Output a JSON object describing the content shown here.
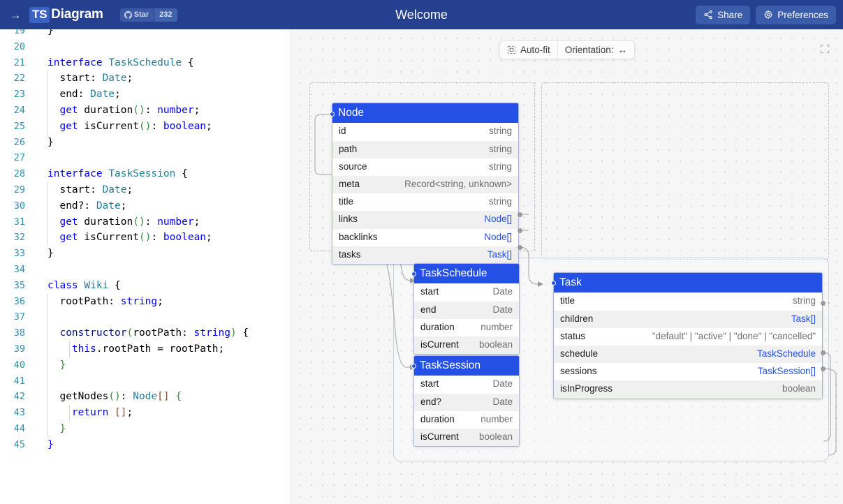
{
  "header": {
    "back_icon": "arrow-right-icon",
    "brand_ts": "TS",
    "brand_name": "Diagram",
    "github": {
      "icon": "github-icon",
      "label": "Star",
      "count": "232"
    },
    "title": "Welcome",
    "share_label": "Share",
    "share_icon": "share-icon",
    "preferences_label": "Preferences",
    "preferences_icon": "gear-icon"
  },
  "editor": {
    "lines": [
      {
        "n": "20",
        "indent": 0,
        "tokens": []
      },
      {
        "n": "21",
        "indent": 0,
        "tokens": [
          {
            "t": "interface ",
            "c": "kw"
          },
          {
            "t": "TaskSchedule",
            "c": "typ"
          },
          {
            "t": " {",
            "c": ""
          }
        ]
      },
      {
        "n": "22",
        "indent": 1,
        "tokens": [
          {
            "t": "  start: ",
            "c": ""
          },
          {
            "t": "Date",
            "c": "typ"
          },
          {
            "t": ";",
            "c": ""
          }
        ]
      },
      {
        "n": "23",
        "indent": 1,
        "tokens": [
          {
            "t": "  end: ",
            "c": ""
          },
          {
            "t": "Date",
            "c": "typ"
          },
          {
            "t": ";",
            "c": ""
          }
        ]
      },
      {
        "n": "24",
        "indent": 1,
        "tokens": [
          {
            "t": "  ",
            "c": ""
          },
          {
            "t": "get",
            "c": "kw"
          },
          {
            "t": " duration",
            "c": ""
          },
          {
            "t": "()",
            "c": "pn"
          },
          {
            "t": ": ",
            "c": ""
          },
          {
            "t": "number",
            "c": "kw"
          },
          {
            "t": ";",
            "c": ""
          }
        ]
      },
      {
        "n": "25",
        "indent": 1,
        "tokens": [
          {
            "t": "  ",
            "c": ""
          },
          {
            "t": "get",
            "c": "kw"
          },
          {
            "t": " isCurrent",
            "c": ""
          },
          {
            "t": "()",
            "c": "pn"
          },
          {
            "t": ": ",
            "c": ""
          },
          {
            "t": "boolean",
            "c": "kw"
          },
          {
            "t": ";",
            "c": ""
          }
        ]
      },
      {
        "n": "26",
        "indent": 0,
        "tokens": [
          {
            "t": "}",
            "c": ""
          }
        ]
      },
      {
        "n": "27",
        "indent": 0,
        "tokens": []
      },
      {
        "n": "28",
        "indent": 0,
        "tokens": [
          {
            "t": "interface ",
            "c": "kw"
          },
          {
            "t": "TaskSession",
            "c": "typ"
          },
          {
            "t": " {",
            "c": ""
          }
        ]
      },
      {
        "n": "29",
        "indent": 1,
        "tokens": [
          {
            "t": "  start: ",
            "c": ""
          },
          {
            "t": "Date",
            "c": "typ"
          },
          {
            "t": ";",
            "c": ""
          }
        ]
      },
      {
        "n": "30",
        "indent": 1,
        "tokens": [
          {
            "t": "  end?: ",
            "c": ""
          },
          {
            "t": "Date",
            "c": "typ"
          },
          {
            "t": ";",
            "c": ""
          }
        ]
      },
      {
        "n": "31",
        "indent": 1,
        "tokens": [
          {
            "t": "  ",
            "c": ""
          },
          {
            "t": "get",
            "c": "kw"
          },
          {
            "t": " duration",
            "c": ""
          },
          {
            "t": "()",
            "c": "pn"
          },
          {
            "t": ": ",
            "c": ""
          },
          {
            "t": "number",
            "c": "kw"
          },
          {
            "t": ";",
            "c": ""
          }
        ]
      },
      {
        "n": "32",
        "indent": 1,
        "tokens": [
          {
            "t": "  ",
            "c": ""
          },
          {
            "t": "get",
            "c": "kw"
          },
          {
            "t": " isCurrent",
            "c": ""
          },
          {
            "t": "()",
            "c": "pn"
          },
          {
            "t": ": ",
            "c": ""
          },
          {
            "t": "boolean",
            "c": "kw"
          },
          {
            "t": ";",
            "c": ""
          }
        ]
      },
      {
        "n": "33",
        "indent": 0,
        "tokens": [
          {
            "t": "}",
            "c": ""
          }
        ]
      },
      {
        "n": "34",
        "indent": 0,
        "tokens": []
      },
      {
        "n": "35",
        "indent": 0,
        "tokens": [
          {
            "t": "class ",
            "c": "kw"
          },
          {
            "t": "Wiki",
            "c": "typ"
          },
          {
            "t": " {",
            "c": ""
          }
        ]
      },
      {
        "n": "36",
        "indent": 1,
        "tokens": [
          {
            "t": "  rootPath: ",
            "c": ""
          },
          {
            "t": "string",
            "c": "kw"
          },
          {
            "t": ";",
            "c": ""
          }
        ]
      },
      {
        "n": "37",
        "indent": 1,
        "tokens": []
      },
      {
        "n": "38",
        "indent": 1,
        "tokens": [
          {
            "t": "  ",
            "c": ""
          },
          {
            "t": "constructor",
            "c": "vr"
          },
          {
            "t": "(",
            "c": "pn"
          },
          {
            "t": "rootPath: ",
            "c": ""
          },
          {
            "t": "string",
            "c": "kw"
          },
          {
            "t": ")",
            "c": "pn"
          },
          {
            "t": " {",
            "c": ""
          }
        ]
      },
      {
        "n": "39",
        "indent": 2,
        "tokens": [
          {
            "t": "    ",
            "c": ""
          },
          {
            "t": "this",
            "c": "kw"
          },
          {
            "t": ".rootPath = rootPath;",
            "c": ""
          }
        ]
      },
      {
        "n": "40",
        "indent": 1,
        "tokens": [
          {
            "t": "  }",
            "c": "pn"
          }
        ]
      },
      {
        "n": "41",
        "indent": 1,
        "tokens": []
      },
      {
        "n": "42",
        "indent": 1,
        "tokens": [
          {
            "t": "  getNodes",
            "c": ""
          },
          {
            "t": "()",
            "c": "pn"
          },
          {
            "t": ": ",
            "c": ""
          },
          {
            "t": "Node",
            "c": "typ"
          },
          {
            "t": "[]",
            "c": "br"
          },
          {
            "t": " {",
            "c": "pn"
          }
        ]
      },
      {
        "n": "43",
        "indent": 2,
        "tokens": [
          {
            "t": "    ",
            "c": ""
          },
          {
            "t": "return",
            "c": "kw"
          },
          {
            "t": " ",
            "c": ""
          },
          {
            "t": "[]",
            "c": "br"
          },
          {
            "t": ";",
            "c": ""
          }
        ]
      },
      {
        "n": "44",
        "indent": 1,
        "tokens": [
          {
            "t": "  }",
            "c": "pn"
          }
        ]
      },
      {
        "n": "45",
        "indent": 0,
        "tokens": [
          {
            "t": "}",
            "c": "kw"
          }
        ]
      }
    ]
  },
  "diagram": {
    "toolbar": {
      "autofit_label": "Auto-fit",
      "autofit_icon": "auto-fit-icon",
      "orientation_label": "Orientation:",
      "orientation_value": "↔",
      "fullscreen_icon": "fullscreen-icon"
    },
    "accent_color": "#2450e6",
    "nodes": [
      {
        "id": "node",
        "title": "Node",
        "rows": [
          {
            "name": "id",
            "type": "string",
            "link": false
          },
          {
            "name": "path",
            "type": "string",
            "link": false
          },
          {
            "name": "source",
            "type": "string",
            "link": false
          },
          {
            "name": "meta",
            "type": "Record<string, unknown>",
            "link": false
          },
          {
            "name": "title",
            "type": "string",
            "link": false
          },
          {
            "name": "links",
            "type": "Node[]",
            "link": true
          },
          {
            "name": "backlinks",
            "type": "Node[]",
            "link": true
          },
          {
            "name": "tasks",
            "type": "Task[]",
            "link": true
          }
        ]
      },
      {
        "id": "taskschedule",
        "title": "TaskSchedule",
        "rows": [
          {
            "name": "start",
            "type": "Date",
            "link": false
          },
          {
            "name": "end",
            "type": "Date",
            "link": false
          },
          {
            "name": "duration",
            "type": "number",
            "link": false
          },
          {
            "name": "isCurrent",
            "type": "boolean",
            "link": false
          }
        ]
      },
      {
        "id": "tasksession",
        "title": "TaskSession",
        "rows": [
          {
            "name": "start",
            "type": "Date",
            "link": false
          },
          {
            "name": "end?",
            "type": "Date",
            "link": false
          },
          {
            "name": "duration",
            "type": "number",
            "link": false
          },
          {
            "name": "isCurrent",
            "type": "boolean",
            "link": false
          }
        ]
      },
      {
        "id": "task",
        "title": "Task",
        "rows": [
          {
            "name": "title",
            "type": "string",
            "link": false
          },
          {
            "name": "children",
            "type": "Task[]",
            "link": true
          },
          {
            "name": "status",
            "type": "\"default\" | \"active\" | \"done\" | \"cancelled\"",
            "link": false
          },
          {
            "name": "schedule",
            "type": "TaskSchedule",
            "link": true
          },
          {
            "name": "sessions",
            "type": "TaskSession[]",
            "link": true
          },
          {
            "name": "isInProgress",
            "type": "boolean",
            "link": false
          }
        ]
      }
    ]
  }
}
